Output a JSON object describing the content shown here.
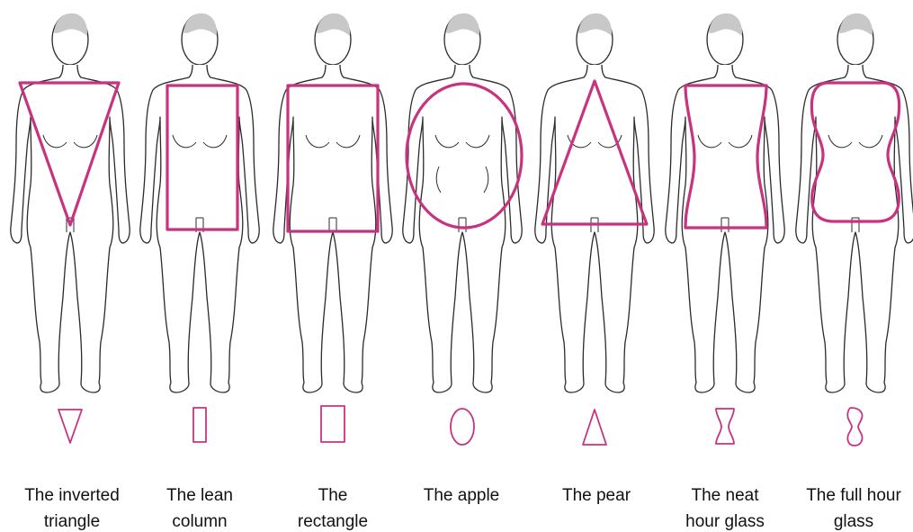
{
  "colors": {
    "outline": "#2b2b2b",
    "hair": "#c8c8c8",
    "shape_accent": "#c8337f",
    "label_text": "#111111"
  },
  "figures": [
    {
      "key": "inverted-triangle",
      "overlay": "inverted-triangle",
      "label_lines": [
        "The inverted",
        "triangle"
      ]
    },
    {
      "key": "lean-column",
      "overlay": "tall-rectangle",
      "label_lines": [
        "The lean",
        "column"
      ]
    },
    {
      "key": "rectangle",
      "overlay": "rectangle",
      "label_lines": [
        "The",
        "rectangle"
      ]
    },
    {
      "key": "apple",
      "overlay": "oval",
      "label_lines": [
        "The apple"
      ]
    },
    {
      "key": "pear",
      "overlay": "triangle",
      "label_lines": [
        "The pear"
      ]
    },
    {
      "key": "neat-hour-glass",
      "overlay": "hourglass",
      "label_lines": [
        "The neat",
        "hour glass"
      ]
    },
    {
      "key": "full-hour-glass",
      "overlay": "rounded-hourglass",
      "label_lines": [
        "The full hour",
        "glass"
      ]
    }
  ]
}
